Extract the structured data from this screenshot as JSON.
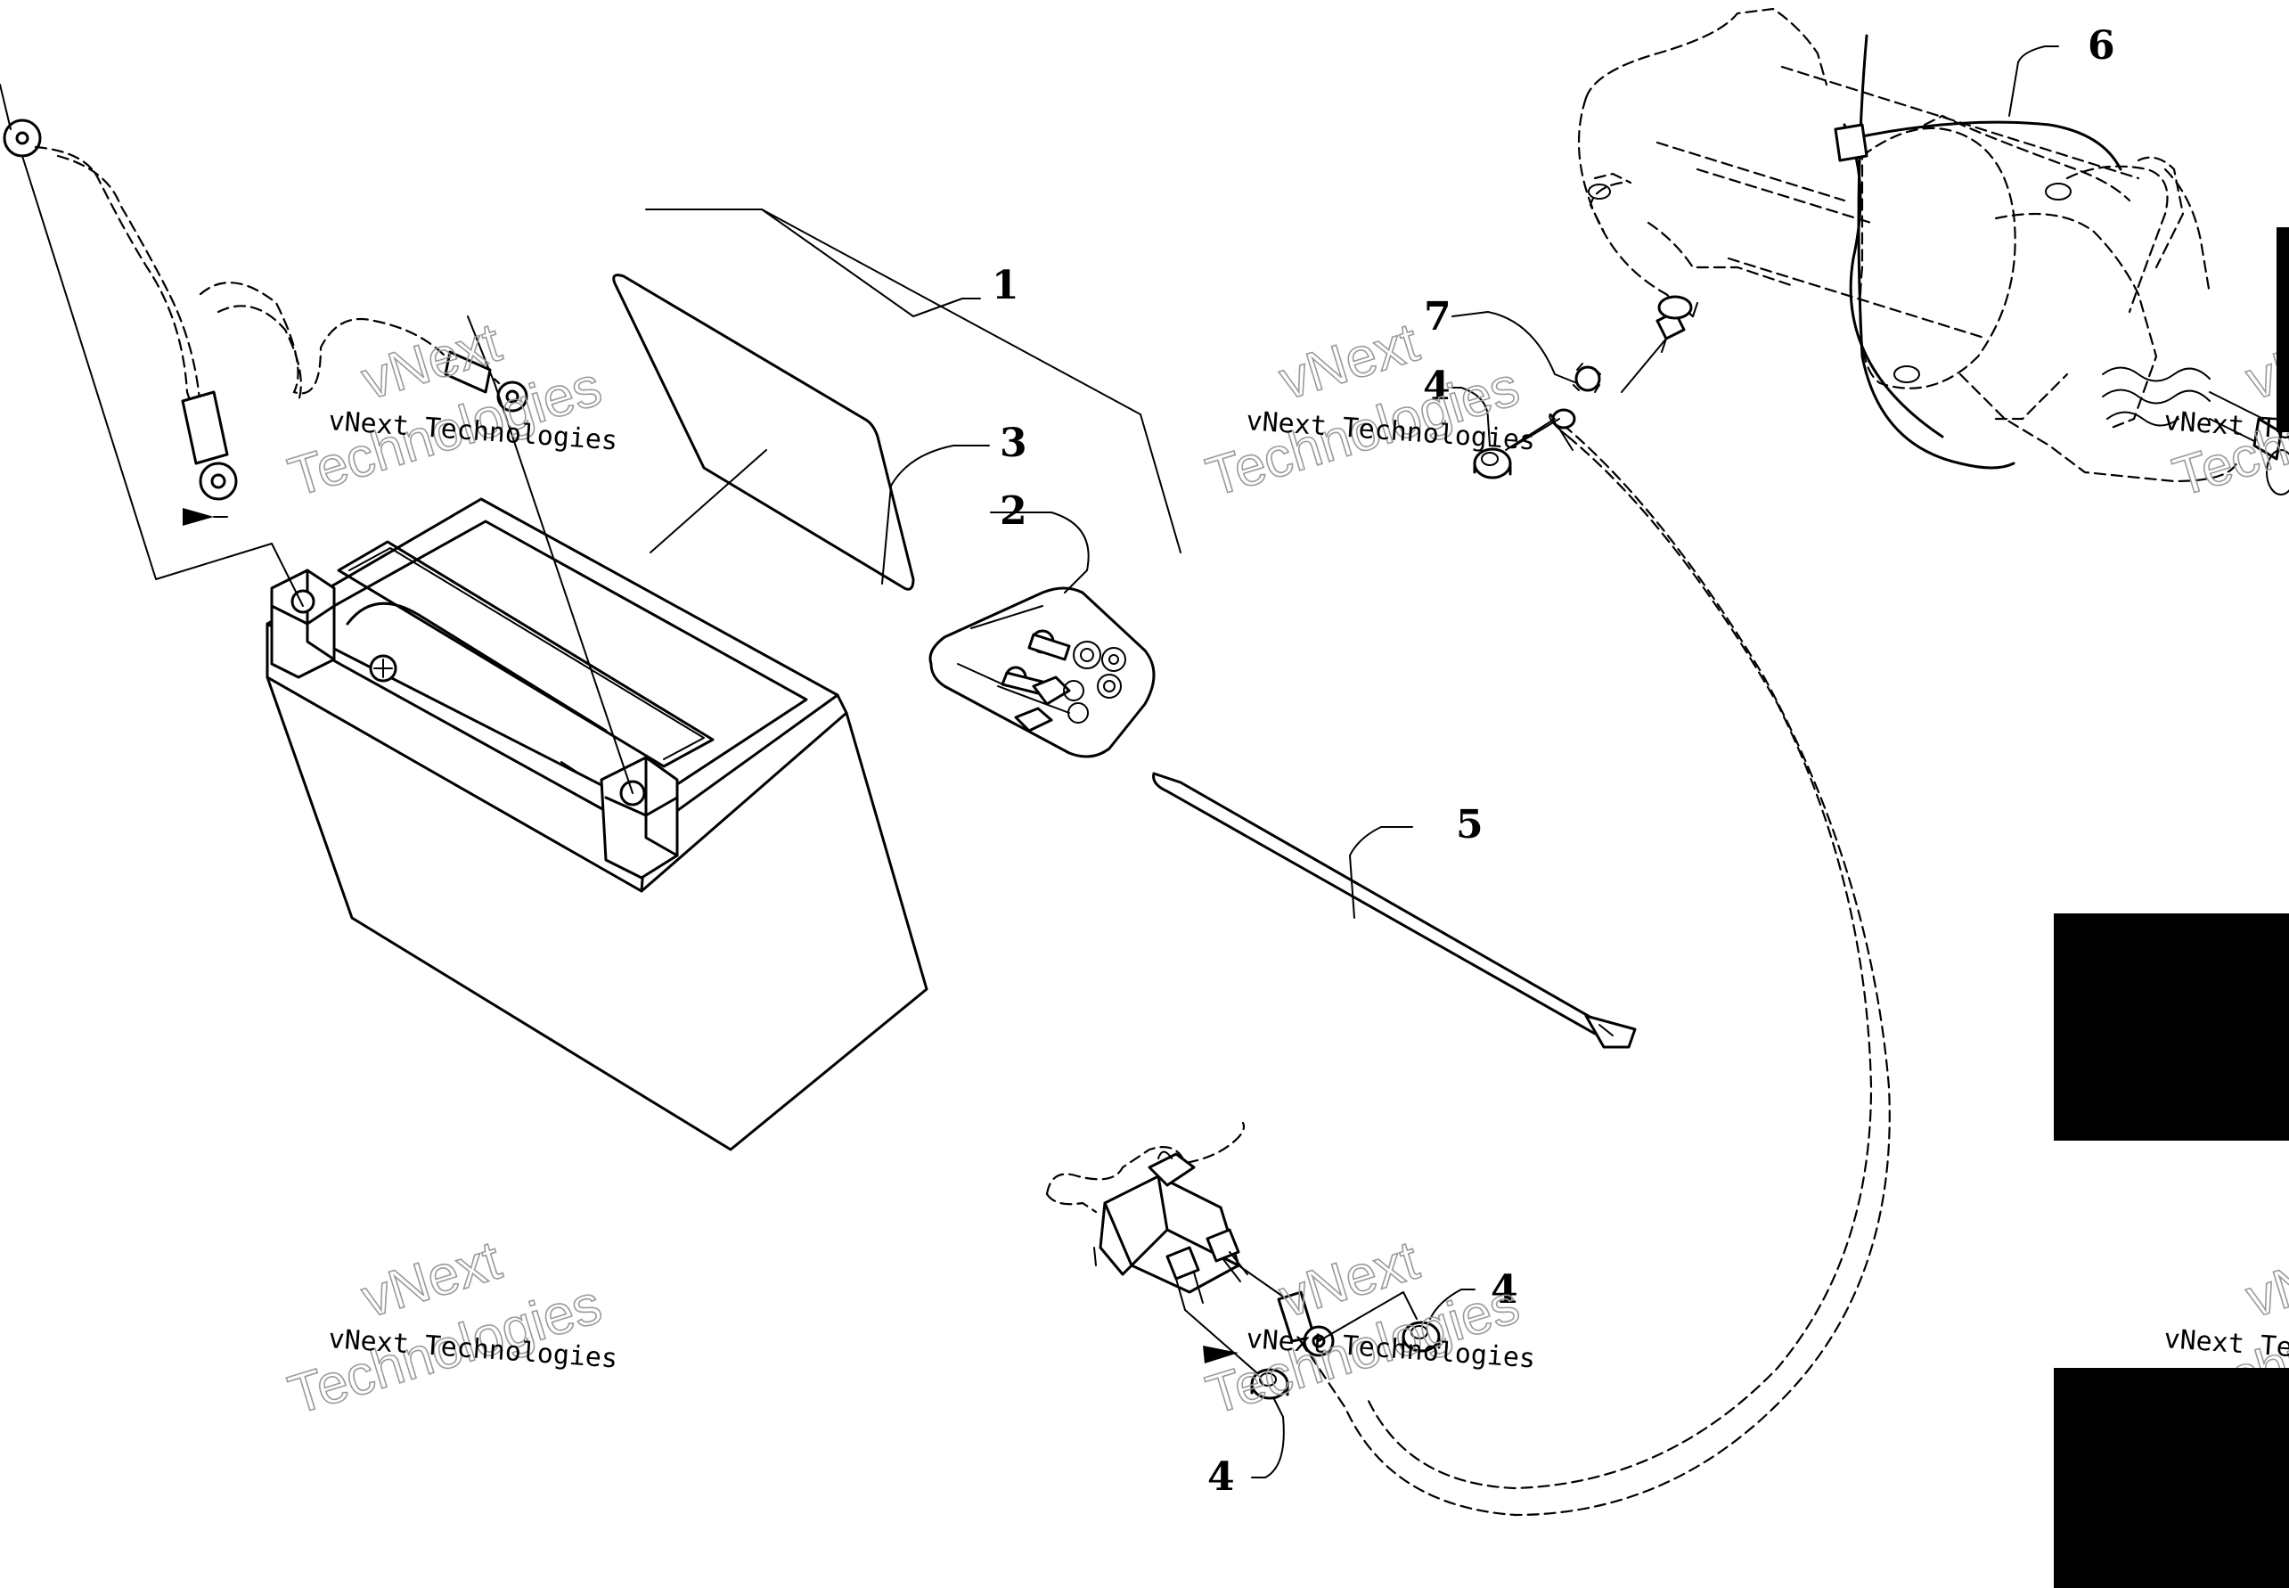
{
  "callouts": [
    {
      "id": "1",
      "label": "1"
    },
    {
      "id": "2",
      "label": "2"
    },
    {
      "id": "3",
      "label": "3"
    },
    {
      "id": "4a",
      "label": "4"
    },
    {
      "id": "4b",
      "label": "4"
    },
    {
      "id": "4c",
      "label": "4"
    },
    {
      "id": "5",
      "label": "5"
    },
    {
      "id": "6",
      "label": "6"
    },
    {
      "id": "7",
      "label": "7"
    }
  ],
  "watermark": {
    "company": "vNext Technologies",
    "brand_top": "vNext",
    "brand_bottom": "Technologies"
  },
  "colors": {
    "ink": "#000000",
    "paper": "#ffffff",
    "watermark": "#9a9a9a"
  }
}
